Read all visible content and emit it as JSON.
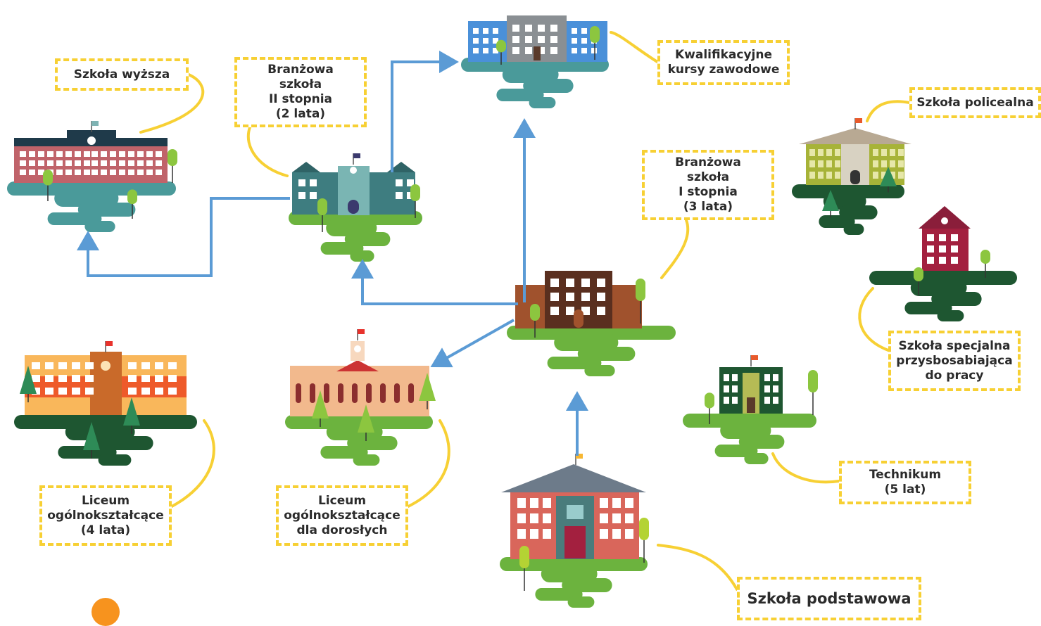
{
  "colors": {
    "arrow": "#5B9BD5",
    "callout": "#F7D034",
    "accent_dot": "#F7931E"
  },
  "labels": {
    "szkola_wyzsza": "Szkoła wyższa",
    "branzowa_ii": "Branżowa\nszkoła\nII stopnia\n(2 lata)",
    "kwalifikacyjne": "Kwalifikacyjne\nkursy zawodowe",
    "policealna": "Szkoła policealna",
    "branzowa_i": "Branżowa\nszkoła\nI stopnia\n(3 lata)",
    "specjalna": "Szkoła specjalna\nprzysbosabiająca\ndo pracy",
    "technikum": "Technikum\n(5 lat)",
    "liceum_4": "Liceum\nogólnokształcące\n(4 lata)",
    "liceum_dorosli": "Liceum\nogólnokształcące\ndla dorosłych",
    "podstawowa": "Szkoła podstawowa"
  },
  "icons": [
    "university-building-icon",
    "vocational-school-ii-building-icon",
    "qualification-courses-building-icon",
    "post-secondary-school-building-icon",
    "special-school-building-icon",
    "vocational-school-i-building-icon",
    "technical-school-building-icon",
    "high-school-building-icon",
    "adult-high-school-building-icon",
    "primary-school-building-icon"
  ]
}
